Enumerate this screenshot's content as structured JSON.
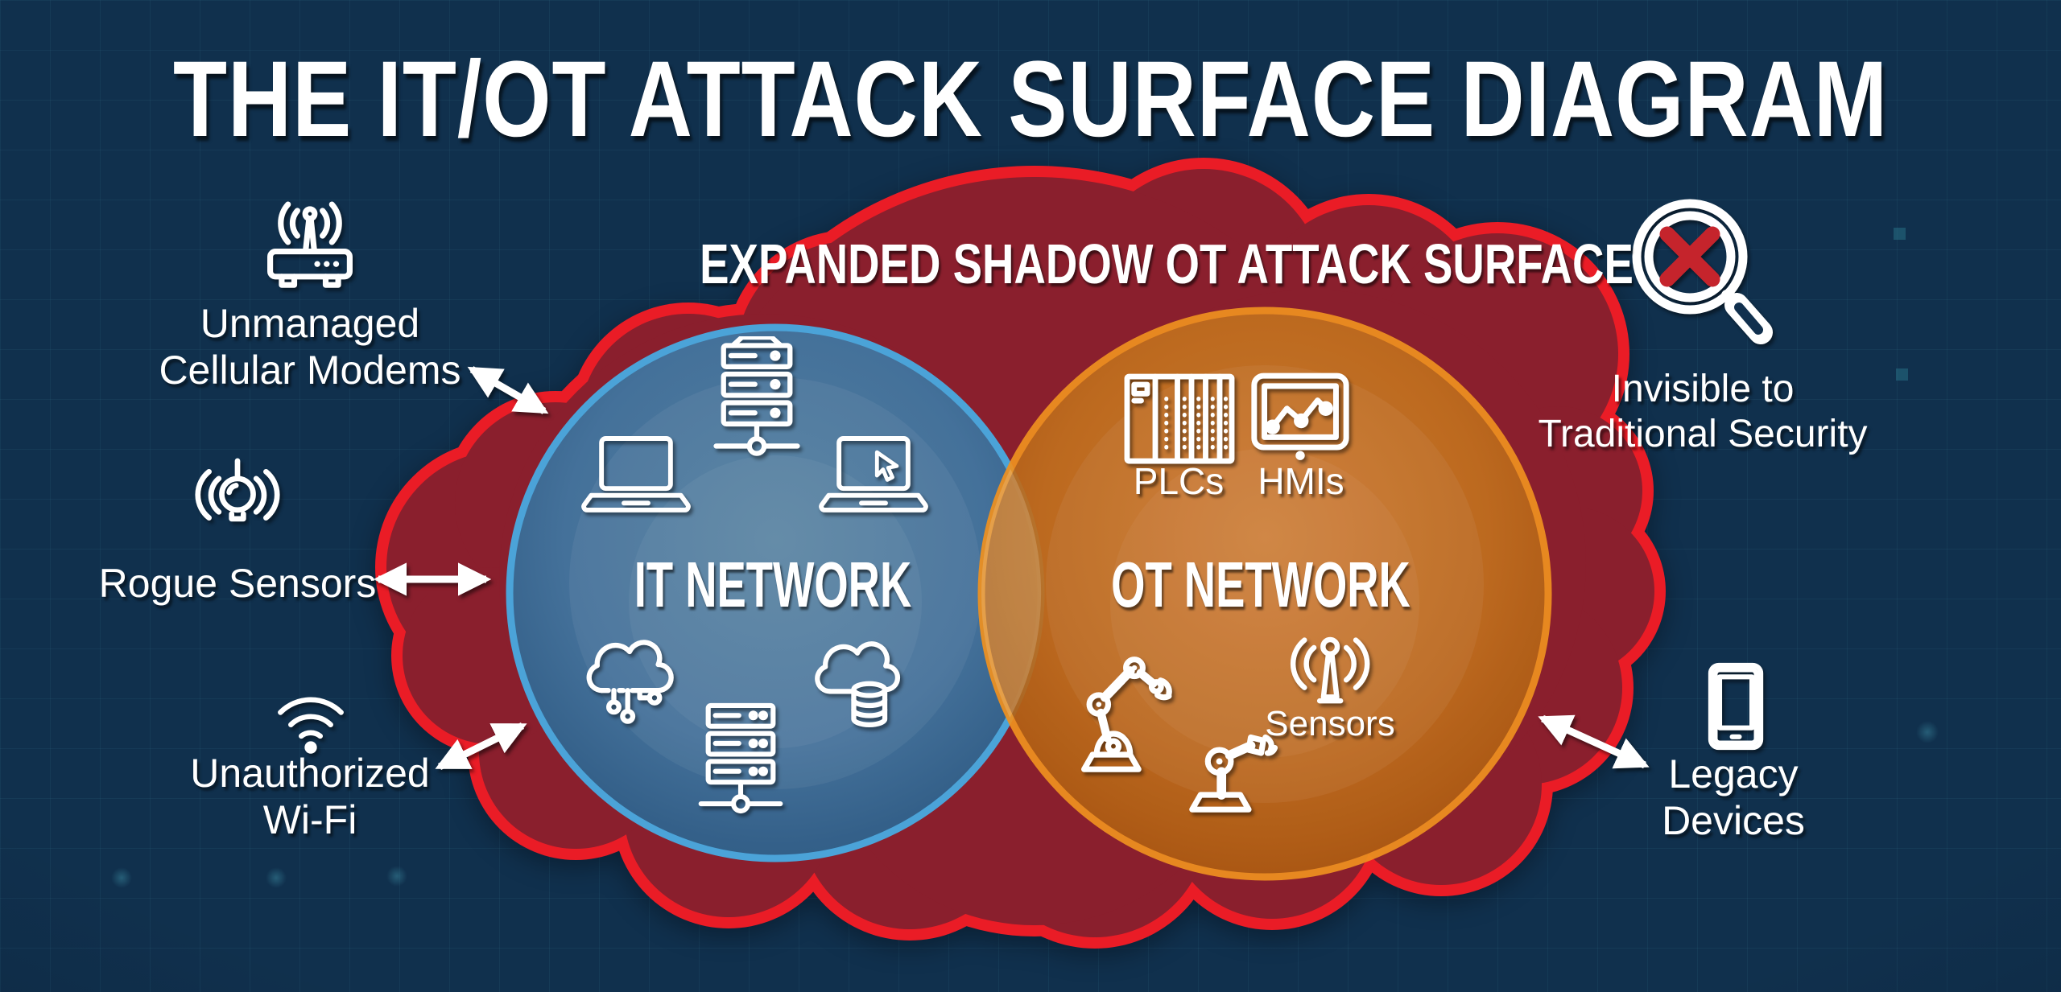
{
  "title": "THE IT/OT ATTACK SURFACE DIAGRAM",
  "cloud": {
    "label": "EXPANDED SHADOW OT ATTACK SURFACE"
  },
  "it_network": {
    "label": "IT NETWORK",
    "icons": [
      "laptop-icon",
      "server-rack-icon",
      "laptop-cursor-icon",
      "cloud-circuit-icon",
      "server-rack-icon",
      "cloud-database-icon"
    ]
  },
  "ot_network": {
    "label": "OT NETWORK",
    "plcs_label": "PLCs",
    "hmis_label": "HMIs",
    "sensors_label": "Sensors",
    "icons": [
      "plc-rack-icon",
      "hmi-screen-icon",
      "robot-arm-icon",
      "robot-arm-icon",
      "antenna-icon"
    ]
  },
  "callouts": {
    "unmanaged_cellular_modems": {
      "line1": "Unmanaged",
      "line2": "Cellular Modems",
      "icon": "cellular-modem-icon"
    },
    "rogue_sensors": {
      "label": "Rogue Sensors",
      "icon": "rogue-sensor-icon"
    },
    "unauthorized_wifi": {
      "line1": "Unauthorized",
      "line2": "Wi-Fi",
      "icon": "wifi-icon"
    },
    "invisible_traditional_security": {
      "line1": "Invisible to",
      "line2": "Traditional Security",
      "icon": "magnifier-x-icon"
    },
    "legacy_devices": {
      "line1": "Legacy",
      "line2": "Devices",
      "icon": "tablet-icon"
    }
  },
  "colors": {
    "background": "#10304d",
    "grid": "#4aaec0",
    "cloud_fill": "#8a1f2d",
    "cloud_border": "#ea1c26",
    "it_circle_fill": "#3a6f99",
    "it_circle_border": "#4ba3d8",
    "ot_circle_fill": "#c06f1e",
    "ot_circle_border": "#ef9120",
    "icon_stroke": "#ffffff",
    "x_mark": "#c5242c"
  }
}
